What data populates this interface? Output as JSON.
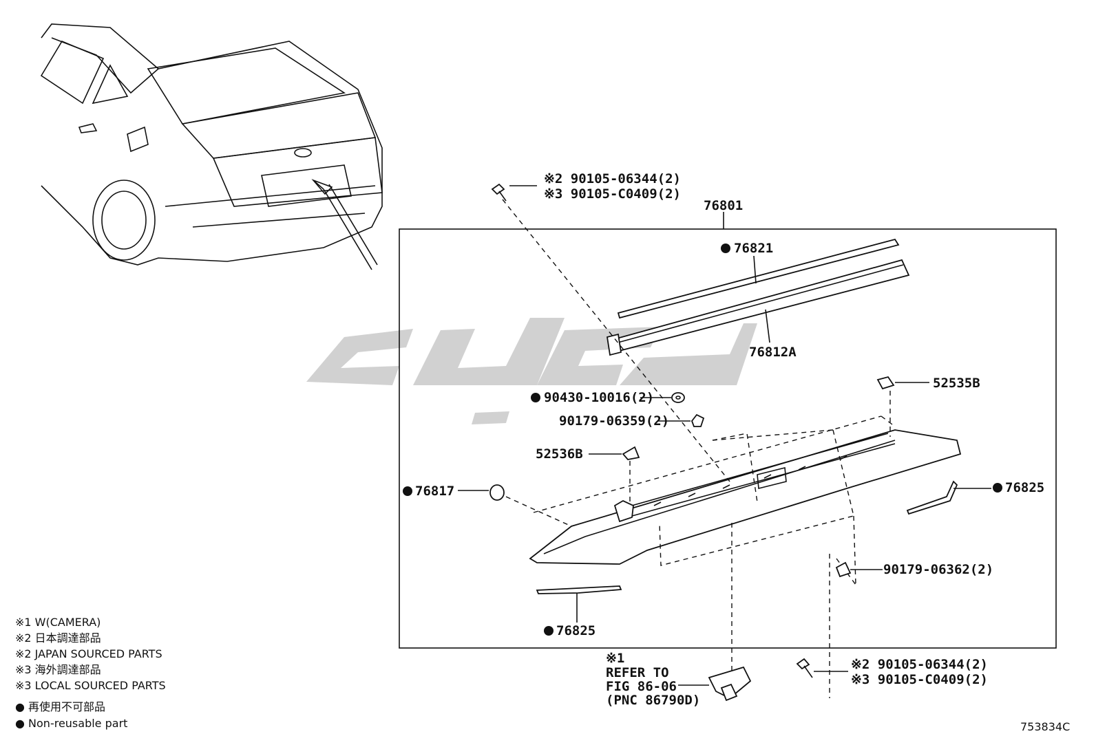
{
  "labels": {
    "assembly": "76801",
    "p76821": "76821",
    "p76812a": "76812A",
    "p52535b": "52535B",
    "p52536b": "52536B",
    "p76817": "76817",
    "p76825_right": "76825",
    "p76825_bottom": "76825",
    "washer": "90430-10016(2)",
    "clip_top": "90179-06359(2)",
    "clip_bottom": "90179-06362(2)",
    "bolt_top_a": "※2 90105-06344(2)",
    "bolt_top_b": "※3 90105-C0409(2)",
    "bolt_bot_a": "※2 90105-06344(2)",
    "bolt_bot_b": "※3 90105-C0409(2)",
    "refer_1": "※1",
    "refer_2": "REFER TO",
    "refer_3": "FIG 86-06",
    "refer_4": "(PNC 86790D)"
  },
  "legend": [
    "※1 W(CAMERA)",
    "※2 日本調達部品",
    "※2 JAPAN SOURCED PARTS",
    "※3 海外調達部品",
    "※3 LOCAL SOURCED PARTS",
    "● 再使用不可部品",
    "● Non-reusable part"
  ],
  "figure_id": "753834C"
}
